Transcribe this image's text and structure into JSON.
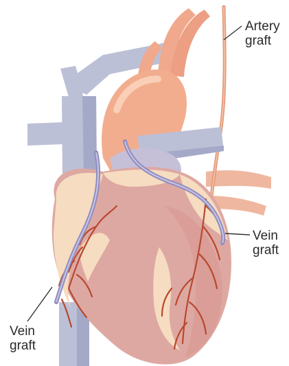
{
  "callouts": {
    "artery_graft": {
      "line1": "Artery",
      "line2": "graft"
    },
    "vein_graft_right": {
      "line1": "Vein",
      "line2": "graft"
    },
    "vein_graft_left": {
      "line1": "Vein",
      "line2": "graft"
    }
  },
  "colors": {
    "vessel_vein": "#bcc0d6",
    "vessel_vein_shade": "#9ea3c2",
    "aorta": "#f0a98c",
    "heart_muscle": "#dda6a0",
    "heart_fat": "#f6dcc0",
    "coronary_vessel": "#b8482e",
    "graft_vein": "#8f8cc0",
    "artery_graft": "#e39a7a",
    "leader_line": "#333333"
  }
}
